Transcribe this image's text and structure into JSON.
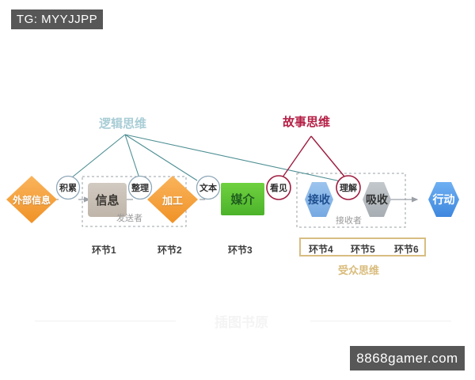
{
  "overlays": {
    "tg_tag": "TG: MYYJJPP",
    "site_tag": "8868gamer.com",
    "bottom_watermark": "插图书原"
  },
  "diagram": {
    "branch_labels": {
      "logic": "逻辑思维",
      "story": "故事思维",
      "audience": "受众思维"
    },
    "group_labels": {
      "sender": "发送者",
      "receiver": "接收者"
    },
    "nodes": {
      "external_info": "外部信息",
      "accumulate": "积累",
      "information": "信息",
      "organize": "整理",
      "process": "加工",
      "text": "文本",
      "media": "媒介",
      "see": "看见",
      "receive": "接收",
      "understand": "理解",
      "absorb": "吸收",
      "action": "行动"
    },
    "stages": [
      {
        "id": "s1",
        "label": "环节1"
      },
      {
        "id": "s2",
        "label": "环节2"
      },
      {
        "id": "s3",
        "label": "环节3"
      },
      {
        "id": "s4",
        "label": "环节4"
      },
      {
        "id": "s5",
        "label": "环节5"
      },
      {
        "id": "s6",
        "label": "环节6"
      }
    ],
    "colors": {
      "orange": "#F5A03C",
      "green": "#5BC236",
      "blue_light": "#7FB0E8",
      "blue_action": "#4C96E8",
      "gray_box": "#C9C0B6",
      "gray_hex": "#B3B9BD",
      "teal": "#4E8F93",
      "teal_text": "#A9CDD6",
      "crimson": "#9E1C3F",
      "story_text": "#B52046",
      "gold": "#D8BD82",
      "arrow": "#9aa0a6",
      "dash": "#9aa0a6"
    }
  }
}
